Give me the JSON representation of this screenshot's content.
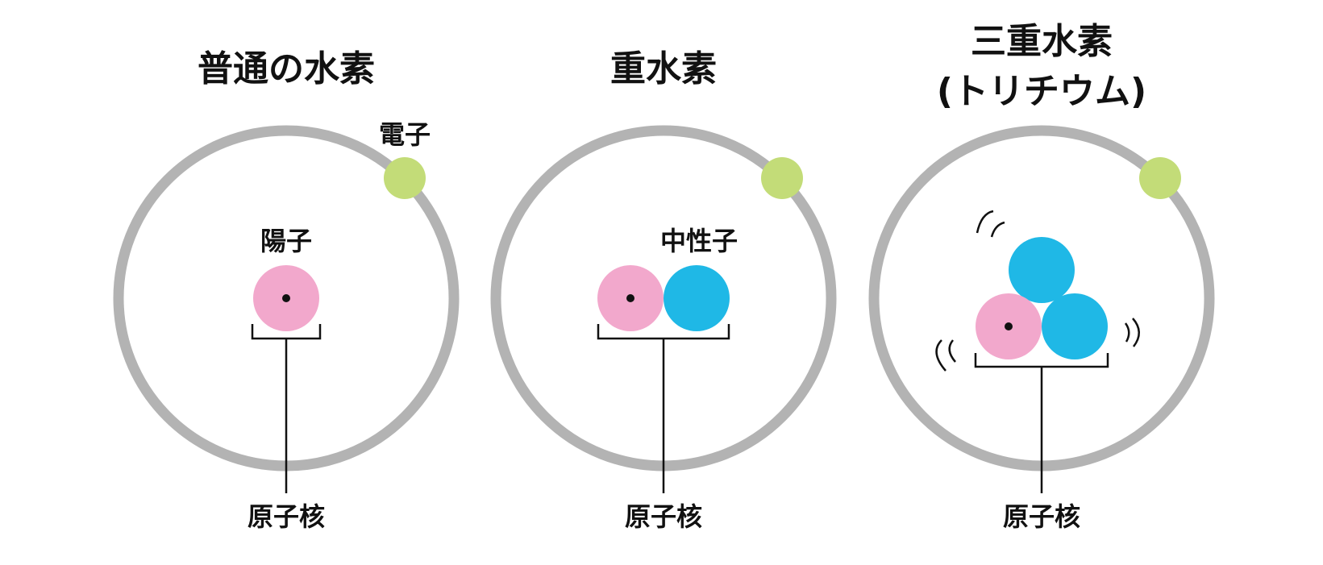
{
  "colors": {
    "orbit": "#b3b3b3",
    "electron": "#c3dc78",
    "proton": "#f2a8cc",
    "neutron": "#1fb8e6",
    "ink": "#111111",
    "background": "#ffffff"
  },
  "panels": [
    {
      "title_lines": [
        "普通の水素"
      ],
      "electron_label": "電子",
      "proton_label": "陽子",
      "neutron_label": "",
      "nucleus_label": "原子核",
      "protons": 1,
      "neutrons": 0
    },
    {
      "title_lines": [
        "重水素"
      ],
      "electron_label": "",
      "proton_label": "",
      "neutron_label": "中性子",
      "nucleus_label": "原子核",
      "protons": 1,
      "neutrons": 1
    },
    {
      "title_lines": [
        "三重水素",
        "(トリチウム)"
      ],
      "electron_label": "",
      "proton_label": "",
      "neutron_label": "",
      "nucleus_label": "原子核",
      "protons": 1,
      "neutrons": 2
    }
  ]
}
